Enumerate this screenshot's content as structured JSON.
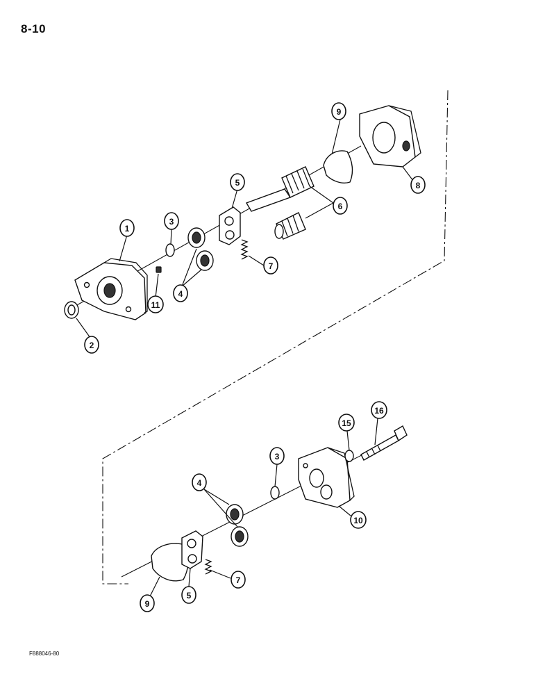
{
  "header": {
    "page_number": "8-10"
  },
  "footer": {
    "figure_code": "F888046-80"
  },
  "callouts": [
    {
      "id": "c1",
      "label": "1"
    },
    {
      "id": "c2",
      "label": "2"
    },
    {
      "id": "c3a",
      "label": "3"
    },
    {
      "id": "c4a",
      "label": "4"
    },
    {
      "id": "c5a",
      "label": "5"
    },
    {
      "id": "c6",
      "label": "6"
    },
    {
      "id": "c7a",
      "label": "7"
    },
    {
      "id": "c8",
      "label": "8"
    },
    {
      "id": "c9a",
      "label": "9"
    },
    {
      "id": "c11",
      "label": "11"
    },
    {
      "id": "c15",
      "label": "15"
    },
    {
      "id": "c16",
      "label": "16"
    },
    {
      "id": "c3b",
      "label": "3"
    },
    {
      "id": "c10",
      "label": "10"
    },
    {
      "id": "c4b",
      "label": "4"
    },
    {
      "id": "c7b",
      "label": "7"
    },
    {
      "id": "c9b",
      "label": "9"
    },
    {
      "id": "c5b",
      "label": "5"
    }
  ]
}
